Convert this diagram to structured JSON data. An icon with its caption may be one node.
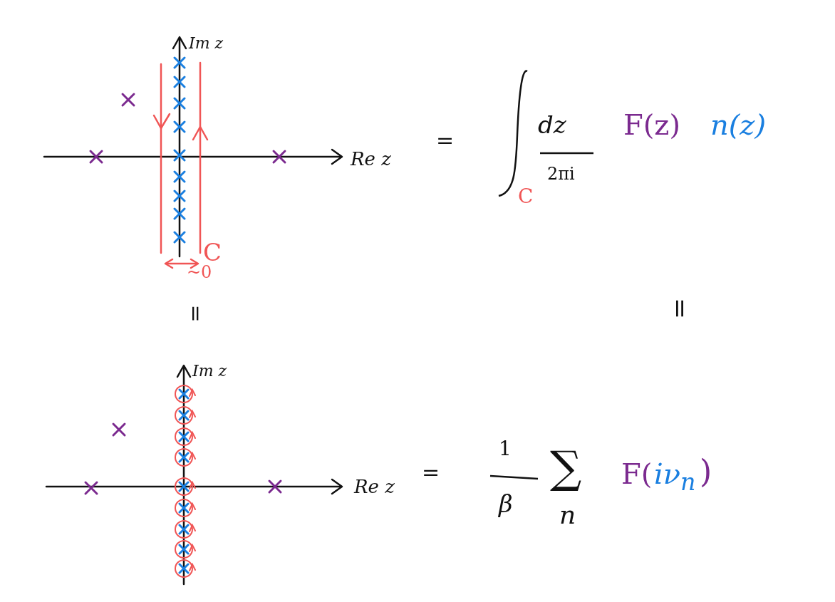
{
  "diagram": {
    "labels": [
      "Im z",
      "=",
      "dz",
      "F(z)",
      "n(z)",
      "Re z",
      "2πi",
      "C",
      "C",
      "~0",
      "=",
      "=",
      "Im z",
      "=",
      "1",
      "∑",
      "F(",
      "iν$_{n}$",
      ")",
      "Re z",
      "β",
      "n"
    ]
  }
}
